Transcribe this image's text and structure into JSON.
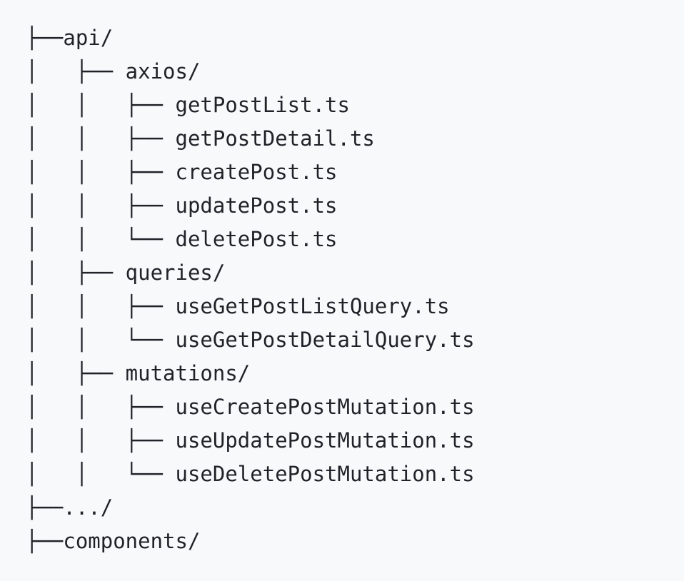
{
  "code_block": {
    "lines": [
      "├──api/",
      "│   ├── axios/",
      "│   │   ├── getPostList.ts",
      "│   │   ├── getPostDetail.ts",
      "│   │   ├── createPost.ts",
      "│   │   ├── updatePost.ts",
      "│   │   └── deletePost.ts",
      "│   ├── queries/",
      "│   │   ├── useGetPostListQuery.ts",
      "│   │   └── useGetPostDetailQuery.ts",
      "│   ├── mutations/",
      "│   │   ├── useCreatePostMutation.ts",
      "│   │   ├── useUpdatePostMutation.ts",
      "│   │   └── useDeletePostMutation.ts",
      "├──.../",
      "├──components/"
    ]
  }
}
